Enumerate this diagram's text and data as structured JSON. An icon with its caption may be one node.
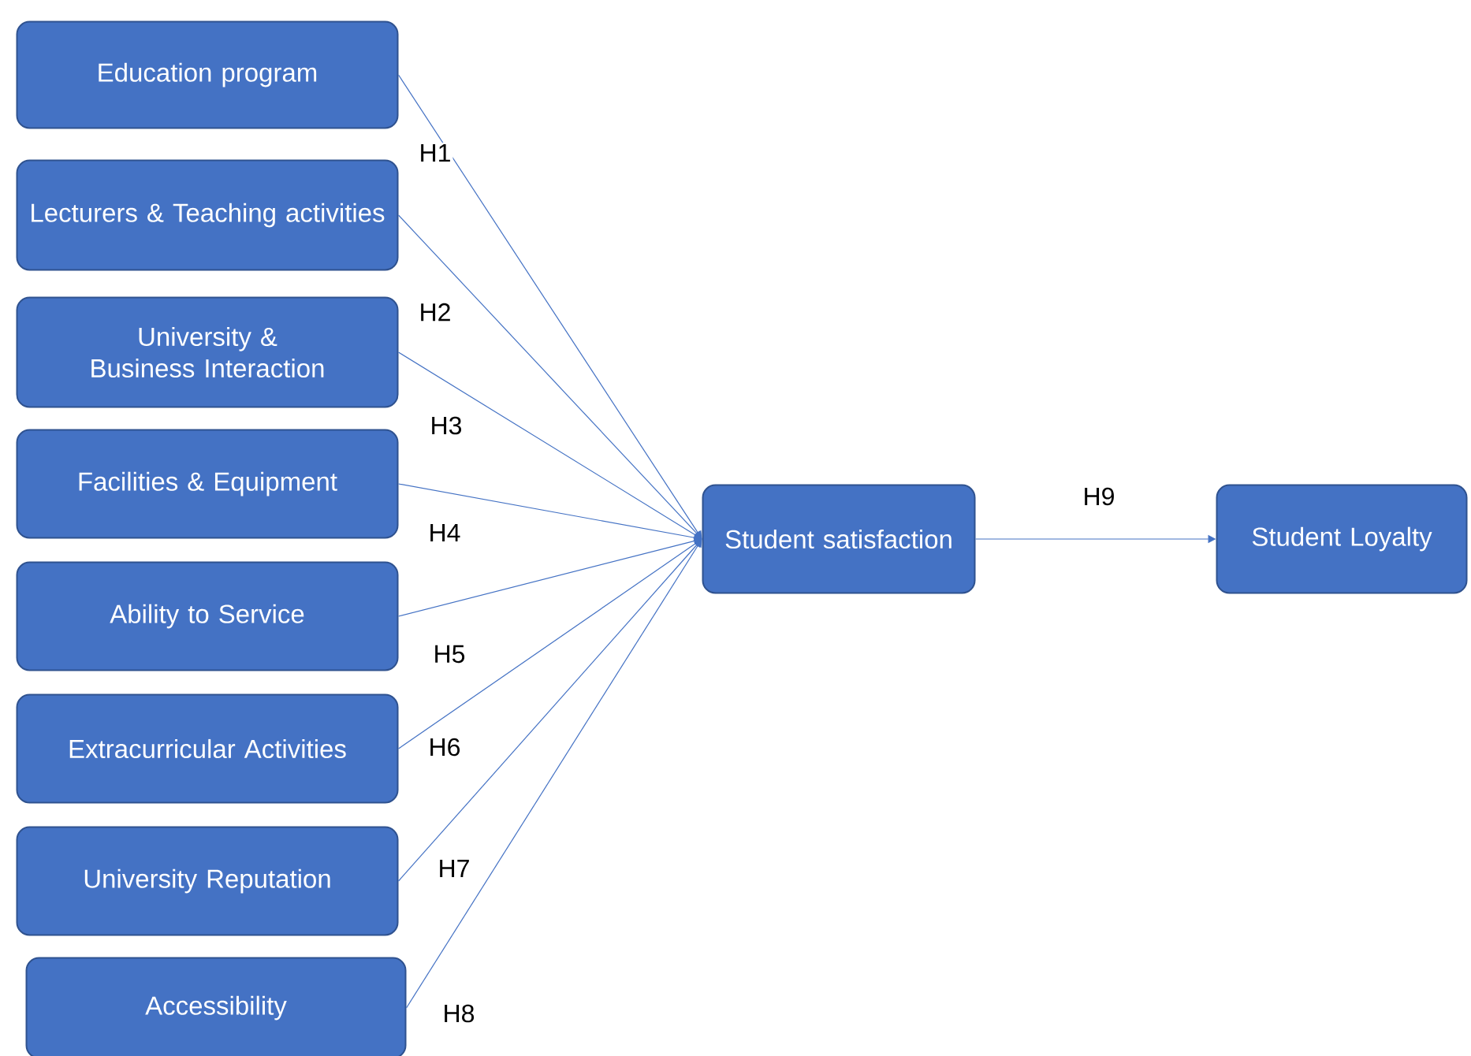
{
  "diagram": {
    "nodes": [
      {
        "text": [
          "Education program"
        ]
      },
      {
        "text": [
          "Lecturers & Teaching activities"
        ]
      },
      {
        "text": [
          "University & Business Interaction"
        ]
      },
      {
        "text": [
          "Facilities & Equipment"
        ]
      },
      {
        "text": [
          "Ability to Service"
        ]
      },
      {
        "text": [
          "Extracurricular Activities"
        ]
      },
      {
        "text": [
          "University Reputation"
        ]
      },
      {
        "text": [
          "Accessibility"
        ]
      },
      {
        "text": [
          "Student satisfaction"
        ]
      },
      {
        "text": [
          "Student Loyalty"
        ]
      }
    ],
    "edges": [
      {
        "from": 0,
        "to": 8,
        "arrow": "to",
        "label": "H1"
      },
      {
        "from": 1,
        "to": 8,
        "arrow": "to",
        "label": "H2"
      },
      {
        "from": 2,
        "to": 8,
        "arrow": "to",
        "label": "H3"
      },
      {
        "from": 3,
        "to": 8,
        "arrow": "to",
        "label": "H4"
      },
      {
        "from": 4,
        "to": 8,
        "arrow": "to",
        "label": "H5"
      },
      {
        "from": 5,
        "to": 8,
        "arrow": "to",
        "label": "H6"
      },
      {
        "from": 6,
        "to": 8,
        "arrow": "to",
        "label": "H7"
      },
      {
        "from": 7,
        "to": 8,
        "arrow": "to",
        "label": "H8"
      },
      {
        "from": 8,
        "to": 9,
        "arrow": "to",
        "label": "H9"
      }
    ]
  }
}
